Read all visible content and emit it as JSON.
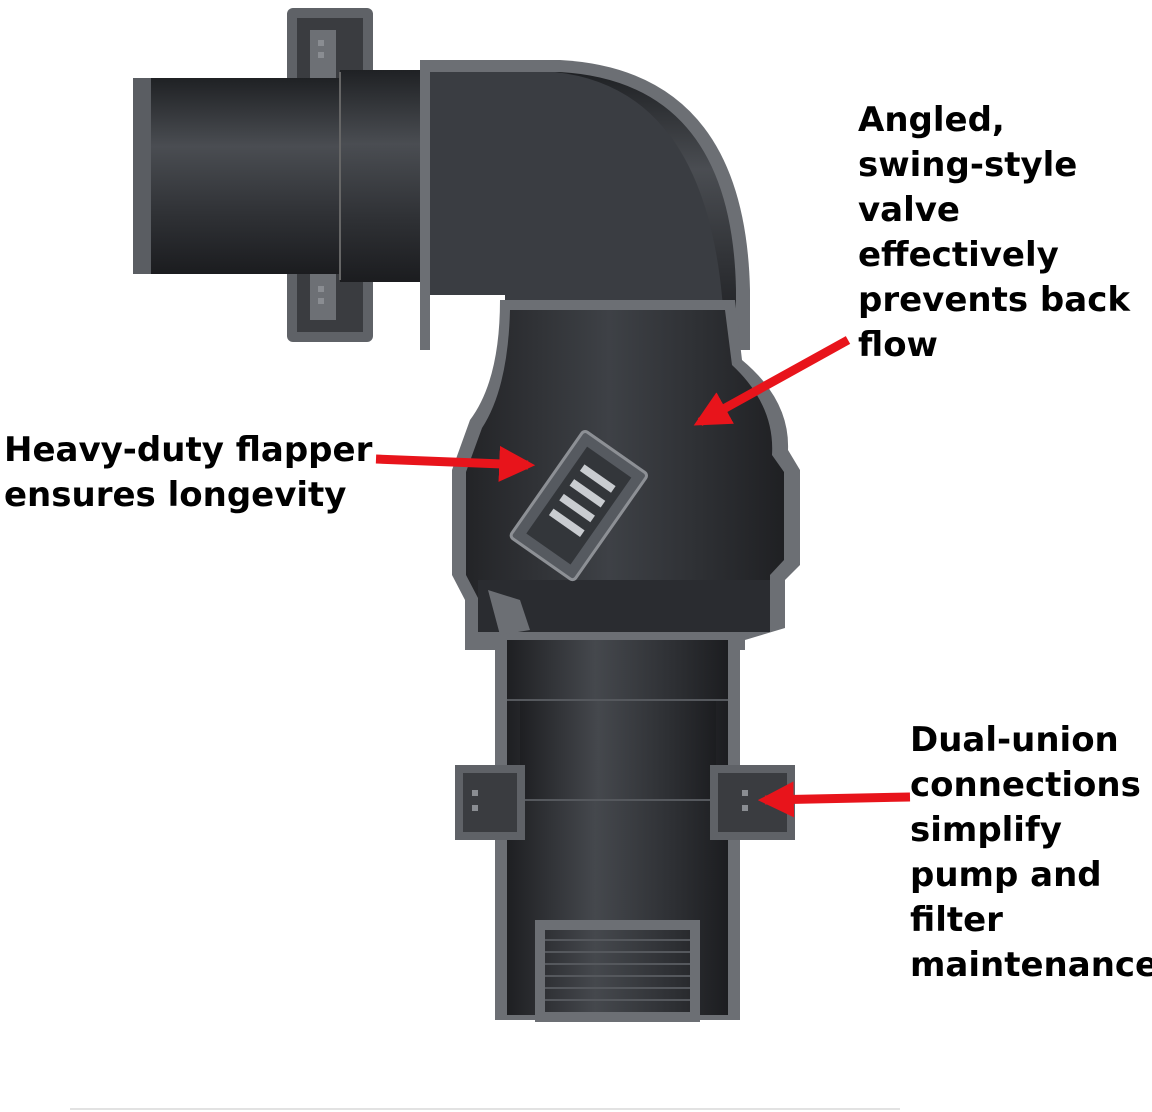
{
  "callouts": {
    "valve": {
      "lines": [
        "Angled,",
        "swing-style",
        "valve",
        "effectively",
        "prevents back",
        "flow"
      ]
    },
    "flapper": {
      "lines": [
        "Heavy-duty flapper",
        "ensures longevity"
      ]
    },
    "union": {
      "lines": [
        "Dual-union",
        "connections",
        "simplify",
        "pump and",
        "filter",
        "maintenance"
      ]
    }
  },
  "colors": {
    "arrow": "#e8141b",
    "body_dark": "#2b2d31",
    "body_mid": "#3b3e43",
    "body_light": "#55585d",
    "wall": "#6c6f74",
    "text": "#000000"
  }
}
